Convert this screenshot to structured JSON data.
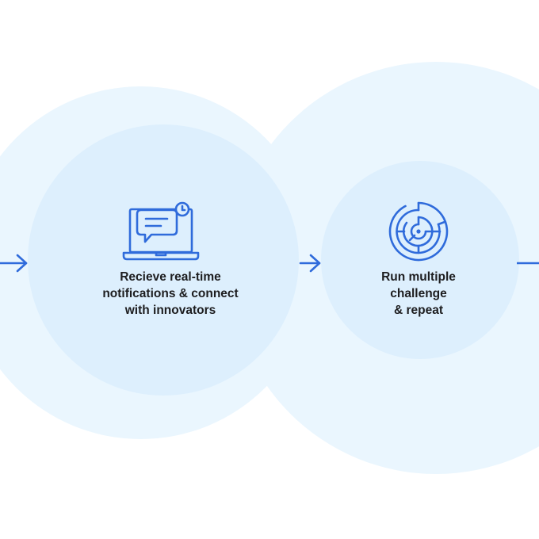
{
  "colors": {
    "halo": "#eaf6fe",
    "inner_circle": "#ddeffd",
    "accent": "#2f6bdb",
    "text": "#1d1d1f"
  },
  "steps": [
    {
      "icon": "laptop-chat-notification-icon",
      "label": "Recieve real-time\nnotifications & connect\nwith innovators"
    },
    {
      "icon": "maze-icon",
      "label": "Run multiple\nchallenge\n& repeat"
    }
  ],
  "arrows": [
    "arrow-right-icon",
    "arrow-right-icon",
    "connector-line"
  ]
}
